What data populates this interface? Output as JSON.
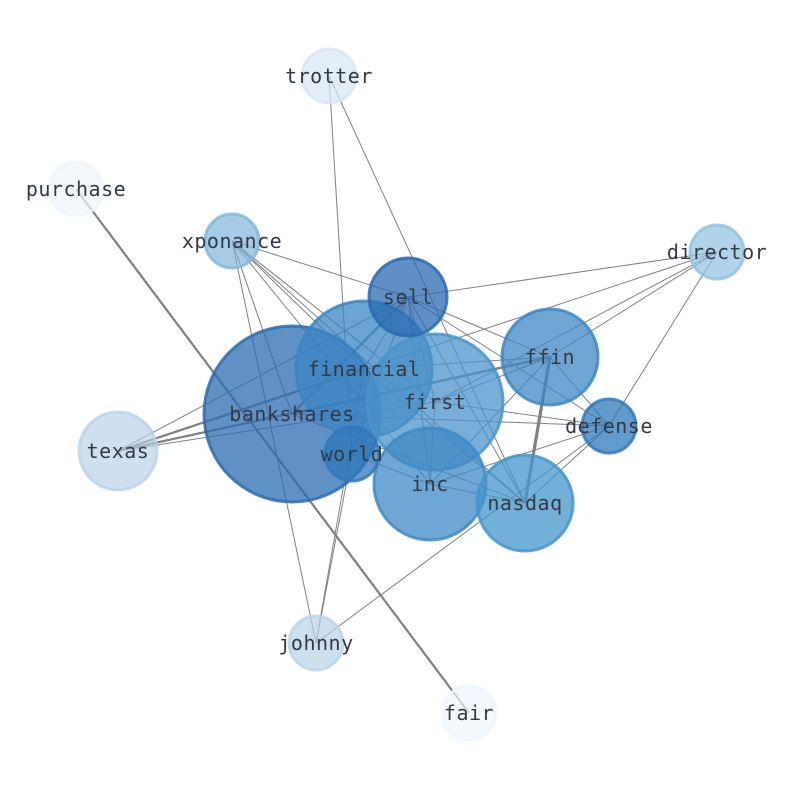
{
  "nodes": [
    {
      "id": "bankshares",
      "label": "bankshares",
      "color": "#2b6cb0",
      "opacity": 0.75
    },
    {
      "id": "financial",
      "label": "financial",
      "color": "#3a86c4",
      "opacity": 0.75
    },
    {
      "id": "first",
      "label": "first",
      "color": "#4b93c9",
      "opacity": 0.75
    },
    {
      "id": "inc",
      "label": "inc",
      "color": "#3f8ac6",
      "opacity": 0.75
    },
    {
      "id": "nasdaq",
      "label": "nasdaq",
      "color": "#4495ca",
      "opacity": 0.75
    },
    {
      "id": "ffin",
      "label": "ffin",
      "color": "#3e87c3",
      "opacity": 0.75
    },
    {
      "id": "sell",
      "label": "sell",
      "color": "#2a69b0",
      "opacity": 0.75
    },
    {
      "id": "world",
      "label": "world",
      "color": "#2f78bb",
      "opacity": 0.75
    },
    {
      "id": "defense",
      "label": "defense",
      "color": "#2f7abb",
      "opacity": 0.75
    },
    {
      "id": "texas",
      "label": "texas",
      "color": "#b5d0e8",
      "opacity": 0.65
    },
    {
      "id": "xponance",
      "label": "xponance",
      "color": "#7fb5da",
      "opacity": 0.7
    },
    {
      "id": "director",
      "label": "director",
      "color": "#8fc0df",
      "opacity": 0.7
    },
    {
      "id": "johnny",
      "label": "johnny",
      "color": "#b8d3ea",
      "opacity": 0.7
    },
    {
      "id": "trotter",
      "label": "trotter",
      "color": "#d6e5f5",
      "opacity": 0.7
    },
    {
      "id": "purchase",
      "label": "purchase",
      "color": "#eef5fc",
      "opacity": 0.7
    },
    {
      "id": "fair",
      "label": "fair",
      "color": "#eef5fc",
      "opacity": 0.7
    }
  ],
  "edges": [
    [
      "purchase",
      "fair",
      2
    ],
    [
      "texas",
      "financial",
      2
    ],
    [
      "texas",
      "ffin",
      2
    ],
    [
      "texas",
      "sell",
      1
    ],
    [
      "texas",
      "first",
      1
    ],
    [
      "ffin",
      "nasdaq",
      3
    ],
    [
      "ffin",
      "bankshares",
      2
    ],
    [
      "ffin",
      "financial",
      1
    ],
    [
      "ffin",
      "first",
      1
    ],
    [
      "ffin",
      "inc",
      1
    ],
    [
      "ffin",
      "sell",
      1
    ],
    [
      "ffin",
      "defense",
      1
    ],
    [
      "trotter",
      "world",
      1
    ],
    [
      "trotter",
      "nasdaq",
      1
    ],
    [
      "xponance",
      "sell",
      1
    ],
    [
      "xponance",
      "first",
      1
    ],
    [
      "xponance",
      "inc",
      1
    ],
    [
      "xponance",
      "nasdaq",
      1
    ],
    [
      "xponance",
      "financial",
      1
    ],
    [
      "xponance",
      "johnny",
      1
    ],
    [
      "xponance",
      "bankshares",
      1
    ],
    [
      "director",
      "sell",
      1
    ],
    [
      "director",
      "ffin",
      1
    ],
    [
      "director",
      "defense",
      1
    ],
    [
      "director",
      "first",
      1
    ],
    [
      "director",
      "financial",
      1
    ],
    [
      "sell",
      "nasdaq",
      1
    ],
    [
      "sell",
      "inc",
      1
    ],
    [
      "sell",
      "defense",
      1
    ],
    [
      "sell",
      "bankshares",
      2
    ],
    [
      "sell",
      "world",
      1
    ],
    [
      "sell",
      "first",
      1
    ],
    [
      "sell",
      "financial",
      1
    ],
    [
      "defense",
      "nasdaq",
      1
    ],
    [
      "defense",
      "inc",
      1
    ],
    [
      "defense",
      "bankshares",
      1
    ],
    [
      "defense",
      "johnny",
      1
    ],
    [
      "defense",
      "first",
      1
    ],
    [
      "johnny",
      "world",
      1
    ],
    [
      "johnny",
      "financial",
      1
    ],
    [
      "nasdaq",
      "bankshares",
      1
    ],
    [
      "nasdaq",
      "financial",
      1
    ],
    [
      "nasdaq",
      "inc",
      1
    ],
    [
      "world",
      "inc",
      1
    ],
    [
      "first",
      "inc",
      1
    ]
  ]
}
